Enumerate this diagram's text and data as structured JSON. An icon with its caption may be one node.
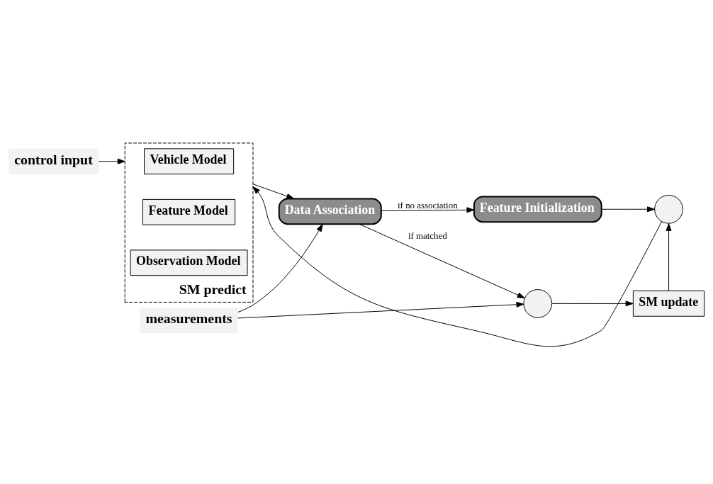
{
  "diagram": {
    "nodes": [
      {
        "text": [
          "control input"
        ]
      },
      {
        "text": [
          "SM predict"
        ]
      },
      {
        "text": [
          "Vehicle Model"
        ],
        "in": 1
      },
      {
        "text": [
          "Feature Model"
        ],
        "in": 1
      },
      {
        "text": [
          "Observation Model"
        ],
        "in": 1
      },
      {
        "text": [
          "measurements"
        ]
      },
      {
        "text": [
          "Data Association"
        ]
      },
      {
        "text": [
          "Feature Initialization"
        ]
      },
      {
        "text": [],
        "shape": "circle"
      },
      {
        "text": [],
        "shape": "circle"
      },
      {
        "text": [
          "SM update"
        ]
      }
    ],
    "edges": [
      {
        "from": 0,
        "to": 1,
        "arrow": "to"
      },
      {
        "from": 8,
        "to": 1,
        "arrow": "to"
      },
      {
        "from": 1,
        "to": 6,
        "arrow": "to"
      },
      {
        "from": 5,
        "to": 6,
        "arrow": "to"
      },
      {
        "from": 6,
        "to": 7,
        "arrow": "to",
        "label": "if no association"
      },
      {
        "from": 7,
        "to": 8,
        "arrow": "to"
      },
      {
        "from": 6,
        "to": 9,
        "arrow": "to",
        "label": "if matched"
      },
      {
        "from": 5,
        "to": 9,
        "arrow": "to"
      },
      {
        "from": 9,
        "to": 10,
        "arrow": "to"
      },
      {
        "from": 10,
        "to": 8,
        "arrow": "to"
      }
    ]
  }
}
